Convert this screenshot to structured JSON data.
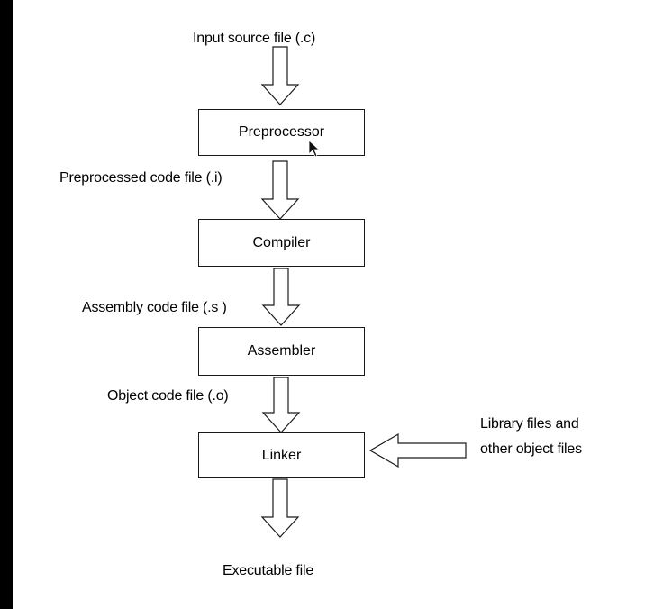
{
  "diagram": {
    "input_label": "Input source file (.c)",
    "preprocessed_label": "Preprocessed code file (.i)",
    "assembly_label": "Assembly code file (.s )",
    "object_label": "Object code file (.o)",
    "library_line1": "Library files and",
    "library_line2": "other object files",
    "output_label": "Executable file",
    "boxes": {
      "preprocessor": "Preprocessor",
      "compiler": "Compiler",
      "assembler": "Assembler",
      "linker": "Linker"
    }
  },
  "icons": {
    "cursor": "mouse-pointer-icon"
  },
  "colors": {
    "background": "#ffffff",
    "frame": "#000000",
    "stroke": "#1a1a1a"
  }
}
